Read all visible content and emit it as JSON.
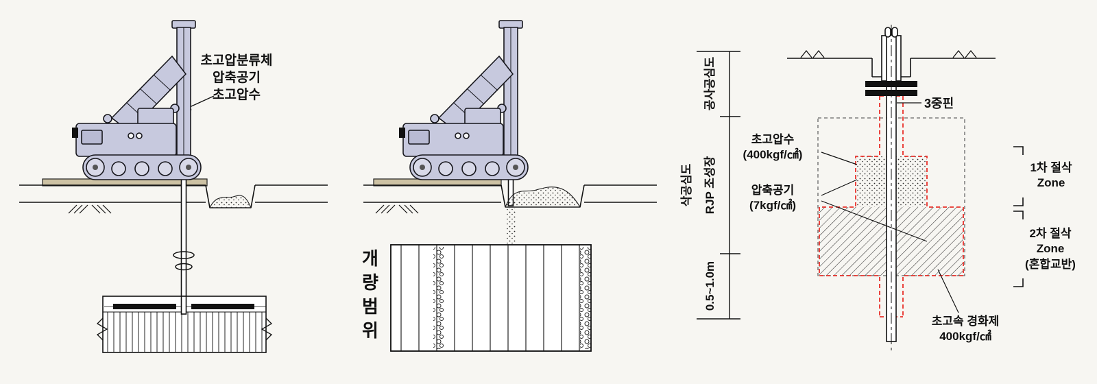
{
  "left_diagram": {
    "jet_label": "초고압분류체\n압축공기\n초고압수"
  },
  "middle_diagram": {
    "improvement_label": "개\n량\n범\n위"
  },
  "right_diagram": {
    "depth_overall": "삭공심도",
    "depth_top": "공사공심도",
    "depth_mid": "RJP 조성장",
    "depth_bottom": "0.5~1.0m",
    "triple_rod": "3중핀",
    "water": "초고압수\n(400kgf/㎠)",
    "air": "압축공기\n(7kgf/㎠)",
    "zone1": "1차 절삭\nZone",
    "zone2": "2차 절삭\nZone\n(혼합교반)",
    "hardener": "초고속 경화제\n400kgf/㎠"
  },
  "colors": {
    "background": "#f7f6f2",
    "machine_fill": "#c7c9de",
    "mat_fill": "#cdc2a4",
    "zone_outline_red": "#e8312a",
    "line": "#111111"
  }
}
